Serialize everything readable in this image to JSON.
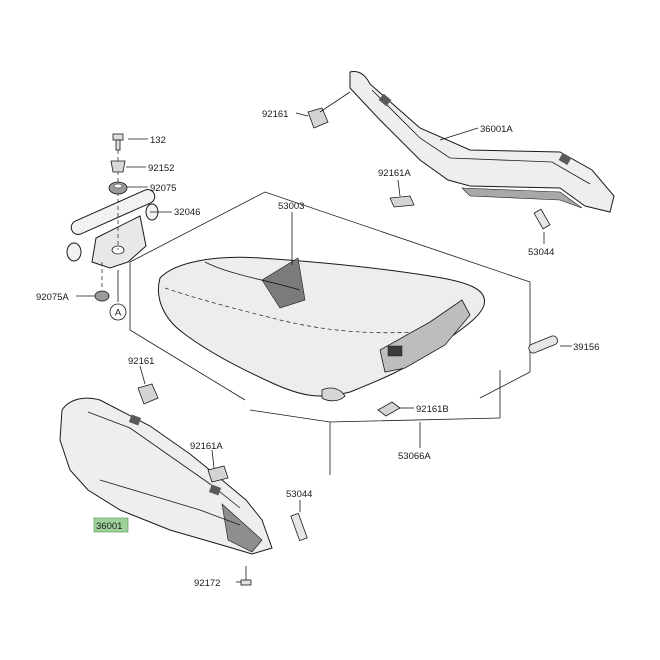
{
  "callouts": {
    "c132": "132",
    "c92152": "92152",
    "c92075": "92075",
    "c32046": "32046",
    "c92075a": "92075A",
    "cRefA": "A",
    "c92161_top": "92161",
    "c36001a": "36001A",
    "c92161a_top": "92161A",
    "c53044_top": "53044",
    "c53003": "53003",
    "c39156": "39156",
    "c92161b": "92161B",
    "c53066a": "53066A",
    "c92161_left": "92161",
    "c92161a_mid": "92161A",
    "c53044_bottom": "53044",
    "c36001": "36001",
    "c92172": "92172"
  },
  "colors": {
    "highlight_fill": "#9fd19b",
    "line": "#1a1a1a",
    "part_fill": "#ececec",
    "part_shade": "#8c8c8c"
  }
}
